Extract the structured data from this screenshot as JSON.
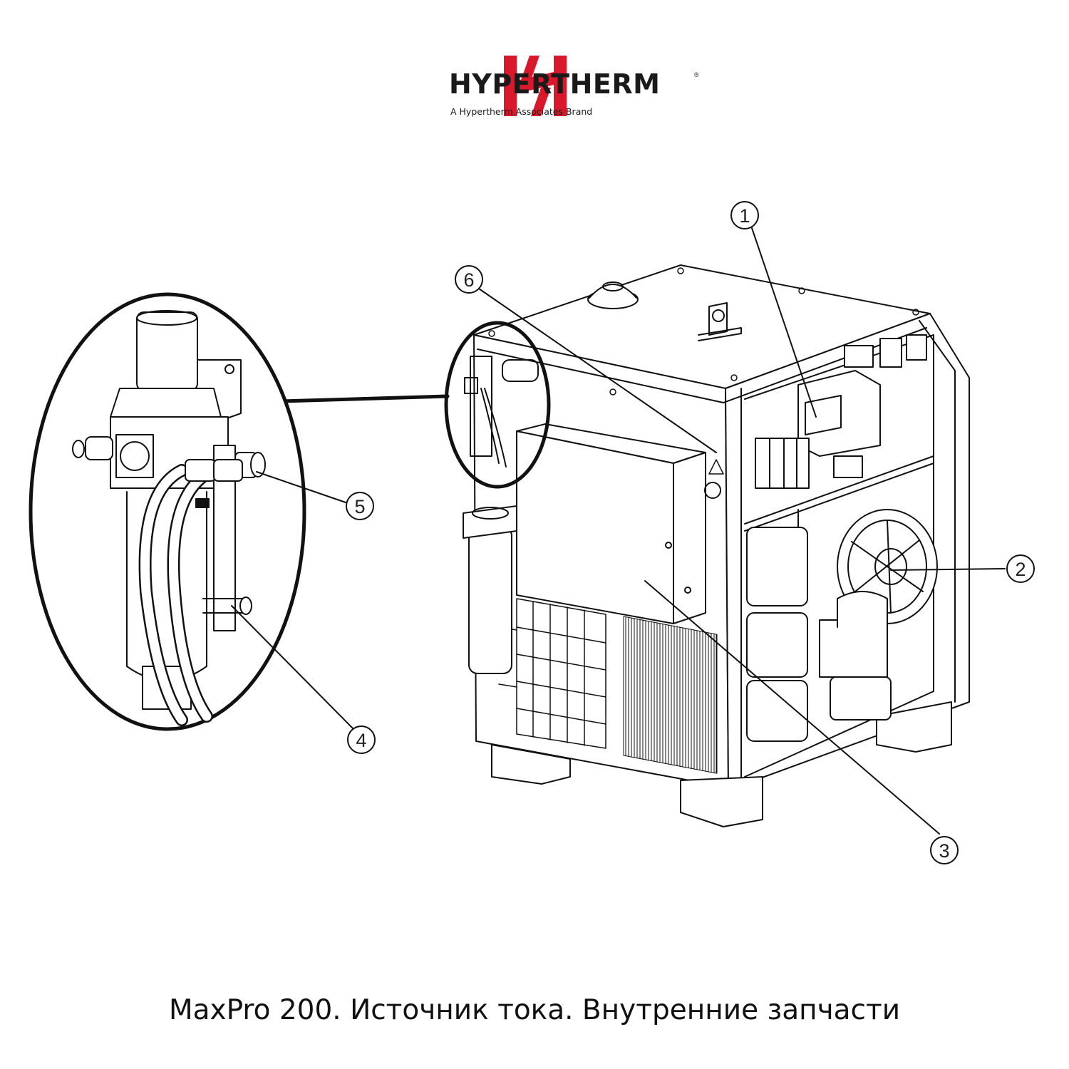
{
  "brand": {
    "name": "HYPERTHERM",
    "registered_mark": "®",
    "tagline": "A Hypertherm Associates Brand",
    "logo_color": "#d9192b",
    "text_color": "#1a1a1a"
  },
  "callouts": [
    {
      "label": "1"
    },
    {
      "label": "2"
    },
    {
      "label": "3"
    },
    {
      "label": "4"
    },
    {
      "label": "5"
    },
    {
      "label": "6"
    }
  ],
  "caption": "MaxPro 200. Источник тока. Внутренние запчасти"
}
